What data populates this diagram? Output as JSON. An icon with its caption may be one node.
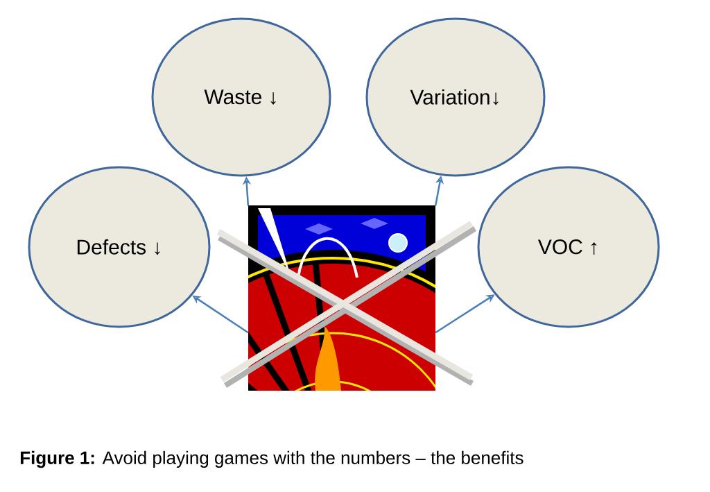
{
  "diagram": {
    "caption": "**Figure 1:** Avoid playing games with the numbers – the benefits",
    "nodes": [
      {
        "text": [],
        "shape": "picture"
      },
      {
        "text": [
          "Waste ↓"
        ]
      },
      {
        "text": [
          "Variation↓"
        ]
      },
      {
        "text": [
          "Defects ↓"
        ]
      },
      {
        "text": [
          "VOC ↑"
        ]
      }
    ],
    "edges": [
      {
        "from": 0,
        "to": 1,
        "arrow": "to"
      },
      {
        "from": 0,
        "to": 2,
        "arrow": "to"
      },
      {
        "from": 0,
        "to": 3,
        "arrow": "to"
      },
      {
        "from": 0,
        "to": 4,
        "arrow": "to"
      }
    ]
  }
}
